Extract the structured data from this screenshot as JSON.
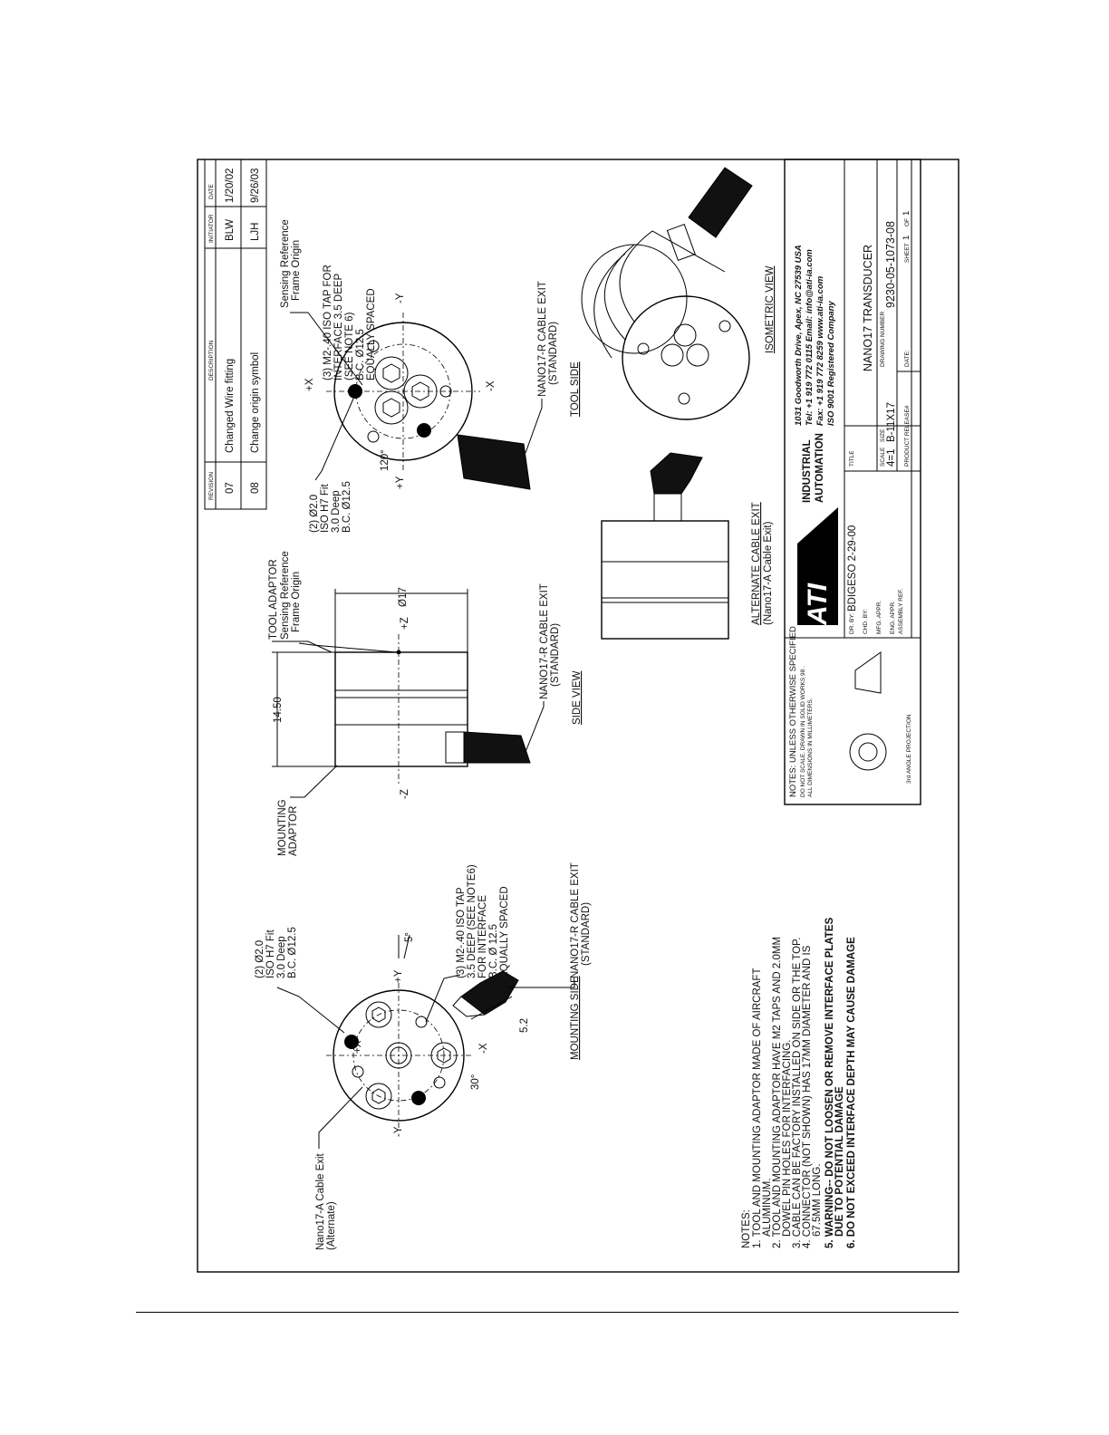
{
  "revisions": {
    "headers": [
      "REVISION",
      "DESCRIPTION",
      "INITIATOR",
      "DATE"
    ],
    "rows": [
      {
        "rev": "07",
        "desc": "Changed Wire fitting",
        "init": "BLW",
        "date": "1/20/02"
      },
      {
        "rev": "08",
        "desc": "Change origin symbol",
        "init": "LJH",
        "date": "9/26/03"
      }
    ]
  },
  "notes": {
    "title": "NOTES:",
    "items": [
      "1. TOOL AND MOUNTING ADAPTOR MADE OF AIRCRAFT",
      "ALUMINUM.",
      "2. TOOL AND MOUNTING ADAPTOR HAVE M2 TAPS AND 2.0MM",
      "DOWEL PIN HOLES FOR INTERFACING.",
      "3. CABLE CAN BE FACTORY INSTALLED ON SIDE OR THE TOP.",
      "4. CONNECTOR (NOT SHOWN) HAS 17MM DIAMETER AND IS",
      "67.5MM LONG."
    ],
    "warnings": [
      "5. WARNING-- DO NOT LOOSEN OR REMOVE INTERFACE PLATES",
      "DUE TO POTENTIAL DAMAGE",
      "6. DO NOT EXCEED INTERFACE DEPTH MAY CAUSE DAMAGE"
    ]
  },
  "mounting_side": {
    "title": "MOUNTING SIDE",
    "cable_alt": [
      "Nano17-A Cable Exit",
      "(Alternate)"
    ],
    "dowel": [
      "(2) Ø2.0",
      "ISO H7 Fit",
      "3.0 Deep",
      "B.C. Ø12.5"
    ],
    "tap": [
      "(3) M2-.40 ISO TAP",
      "3.5 DEEP (SEE NOTE6)",
      "FOR INTERFACE",
      "B.C. Ø 12.5",
      "EQUALLY SPACED"
    ],
    "cable_std": [
      "NANO17-R CABLE EXIT",
      "(STANDARD)"
    ],
    "adaptor": [
      "MOUNTING",
      "ADAPTOR"
    ],
    "angle_30": "30°",
    "angle_5": "5°",
    "dim_52": "5.2",
    "axes": {
      "px": "+X",
      "nx": "-X",
      "py": "+Y",
      "ny": "-Y"
    }
  },
  "side_view": {
    "title": "SIDE VIEW",
    "tool_adaptor": "TOOL ADAPTOR",
    "origin": [
      "Sensing Reference",
      "Frame Origin"
    ],
    "dim_height": "14.50",
    "dim_dia": "Ø17",
    "axes": {
      "pz": "+Z",
      "nz": "-Z"
    },
    "cable_std": [
      "NANO17-R CABLE EXIT",
      "(STANDARD)"
    ]
  },
  "tool_side": {
    "title": "TOOL SIDE",
    "tap": [
      "(3) M2-.40 ISO TAP FOR",
      "INTERFACE 3.5 DEEP",
      "(SEE NOTE 6)",
      "B.C. Ø12.5",
      "EQUALLY SPACED"
    ],
    "origin": [
      "Sensing Reference",
      "Frame Origin"
    ],
    "dowel": [
      "(2) Ø2.0",
      "ISO H7 Fit",
      "3.0 Deep",
      "B.C. Ø12.5"
    ],
    "angle_120": "120°",
    "cable_std": [
      "NANO17-R CABLE EXIT",
      "(STANDARD)"
    ],
    "axes": {
      "px": "+X",
      "nx": "-X",
      "py": "+Y",
      "ny": "-Y"
    }
  },
  "alternate": {
    "title": "ALTERNATE CABLE EXIT",
    "sub": "(Nano17-A Cable Exit)"
  },
  "isometric": {
    "title": "ISOMETRIC VIEW"
  },
  "title_block": {
    "notes": [
      "NOTES: UNLESS OTHERWISE SPECIFIED",
      "DO NOT SCALE. DRAWN IN SOLID WORKS 98 .",
      "ALL DIMENSIONS IN MILLIMETERS."
    ],
    "projection": "3rd ANGLE PROJECTION",
    "logo_letters": "ATI",
    "logo_words": [
      "INDUSTRIAL",
      "AUTOMATION"
    ],
    "address": [
      "1031 Goodworth Drive, Apex, NC 27539  USA",
      "Tel: +1 919 772 0115    Email: info@ati-ia.com",
      "Fax: +1 919 772 8259     www.ati-ia.com",
      "ISO 9001 Registered Company"
    ],
    "fields": [
      {
        "label": "DR. BY:",
        "value": "BDIGESO 2-29-00"
      },
      {
        "label": "CHD. BY:",
        "value": ""
      },
      {
        "label": "MFG. APPR.",
        "value": ""
      },
      {
        "label": "ENG. APPR.",
        "value": ""
      },
      {
        "label": "ASSEMBLY REF.",
        "value": ""
      }
    ],
    "title_label": "TITLE",
    "title": "NANO17 TRANSDUCER",
    "scale_label": "SCALE",
    "scale": "4=1",
    "size_label": "SIZE",
    "size": "B-11X17",
    "drawing_label": "DRAWING NUMBER",
    "drawing_number": "9230-05-1073-08",
    "released_label": "PRODUCT RELEASE#",
    "date_label": "DATE:",
    "sheet_label": "SHEET",
    "sheet": "1",
    "of_label": "OF",
    "of": "1"
  }
}
